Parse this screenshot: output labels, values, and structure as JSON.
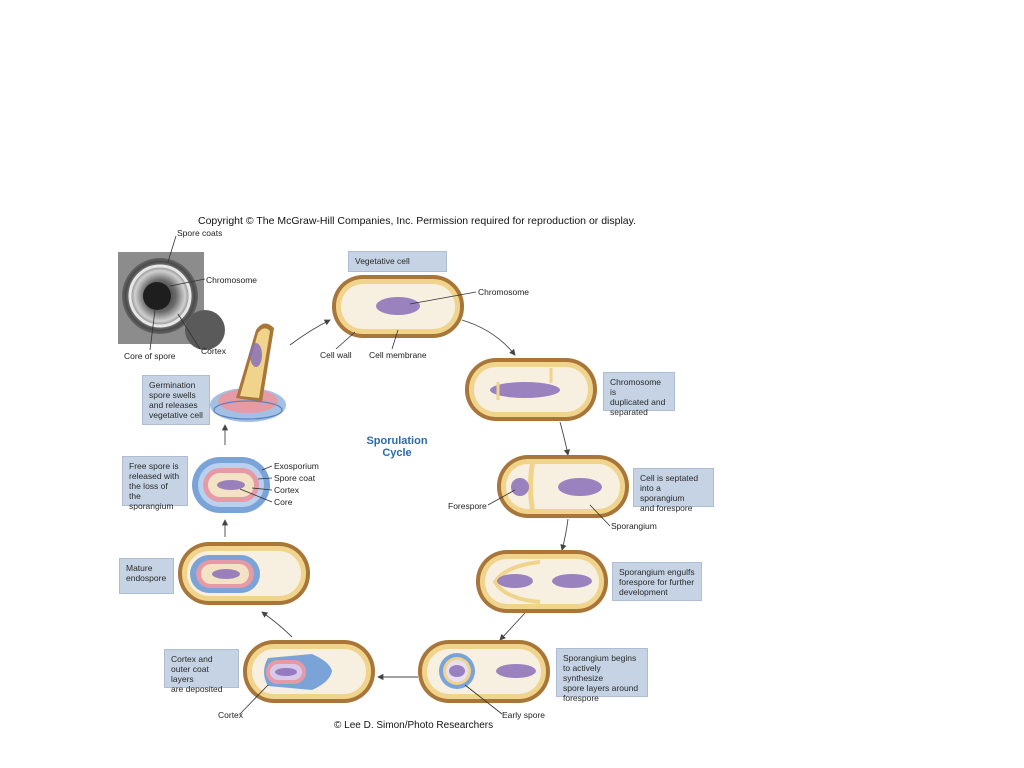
{
  "copyright": "Copyright © The McGraw-Hill Companies, Inc. Permission required for reproduction or display.",
  "credit": "© Lee D. Simon/Photo Researchers",
  "cycle_title": "Sporulation\nCycle",
  "micrograph_labels": {
    "spore_coats": "Spore coats",
    "chromosome": "Chromosome",
    "cortex": "Cortex",
    "core_of_spore": "Core of spore"
  },
  "stages": {
    "vegetative": {
      "box": "Vegetative cell",
      "chromosome": "Chromosome",
      "cell_wall": "Cell wall",
      "cell_membrane": "Cell membrane"
    },
    "duplicated": {
      "box": "Chromosome is\nduplicated and\nseparated"
    },
    "septated": {
      "box": "Cell is septated\ninto a sporangium\nand forespore",
      "forespore": "Forespore",
      "sporangium": "Sporangium"
    },
    "engulfs": {
      "box": "Sporangium engulfs\nforespore for further\ndevelopment"
    },
    "synthesize": {
      "box": "Sporangium begins\nto actively synthesize\nspore layers around\nforespore",
      "early_spore": "Early spore"
    },
    "deposited": {
      "box": "Cortex and\nouter coat layers\nare deposited",
      "cortex": "Cortex"
    },
    "mature": {
      "box": "Mature\nendospore"
    },
    "free_spore": {
      "box": "Free spore is\nreleased with\nthe loss of the\nsporangium",
      "exosporium": "Exosporium",
      "spore_coat": "Spore coat",
      "cortex": "Cortex",
      "core": "Core"
    },
    "germination": {
      "box": "Germination\nspore swells\nand releases\nvegetative cell"
    }
  },
  "colors": {
    "wall_outer": "#a9763a",
    "wall_fill": "#f0d48c",
    "cytoplasm": "#f7efe0",
    "chromosome": "#8a6fb8",
    "label_box": "#c5d3e4",
    "spore_blue": "#7aa4d8",
    "spore_pink": "#e59aa6",
    "title_blue": "#2b6ca8"
  }
}
